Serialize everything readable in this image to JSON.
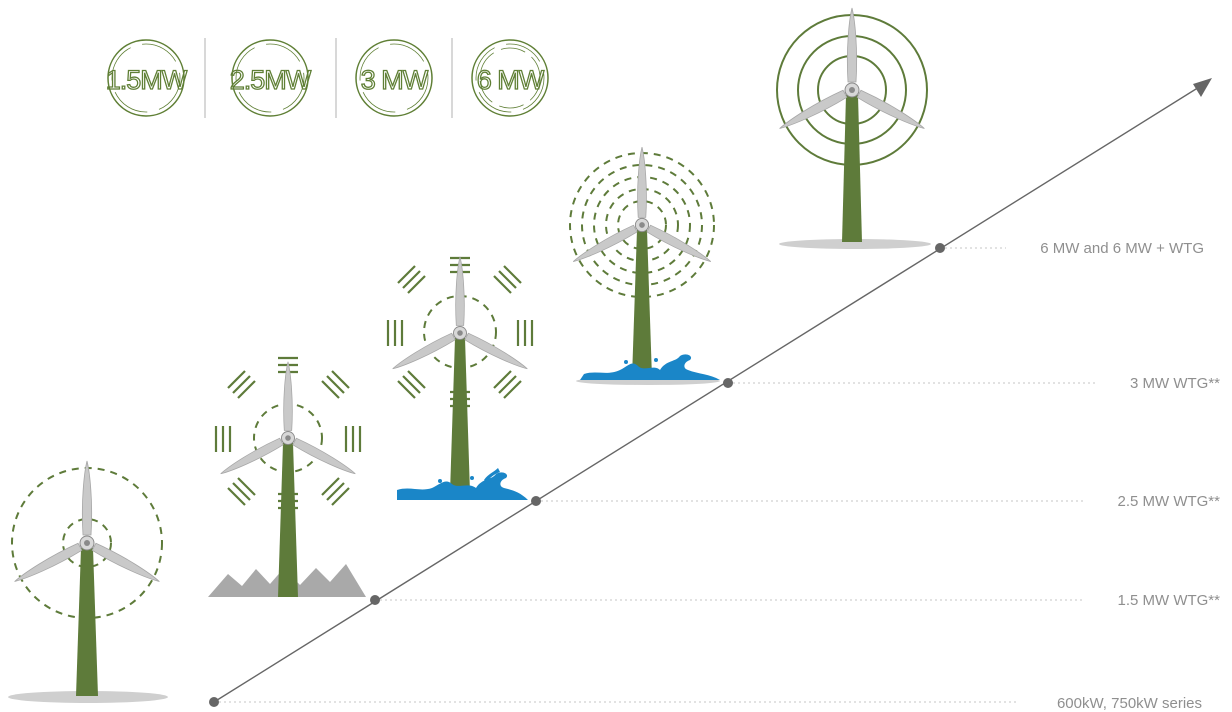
{
  "badges": [
    {
      "text": "1.5MW"
    },
    {
      "text": "2.5MW"
    },
    {
      "text": "3 MW"
    },
    {
      "text": "6 MW"
    }
  ],
  "milestones": [
    {
      "label": "600kW, 750kW series"
    },
    {
      "label": "1.5 MW WTG**"
    },
    {
      "label": "2.5 MW WTG**"
    },
    {
      "label": "3 MW WTG**"
    },
    {
      "label": "6 MW and 6 MW + WTG"
    }
  ],
  "colors": {
    "tower": "#5e7b3a",
    "blade": "#c9c9c9",
    "water": "#1a86c8",
    "terrain": "#a9a9a9",
    "axis": "#666666",
    "label": "#8f8f8f"
  },
  "icons": [
    "wind-turbine-icon",
    "mountain-terrain-icon",
    "water-waves-icon",
    "growth-arrow-icon"
  ]
}
